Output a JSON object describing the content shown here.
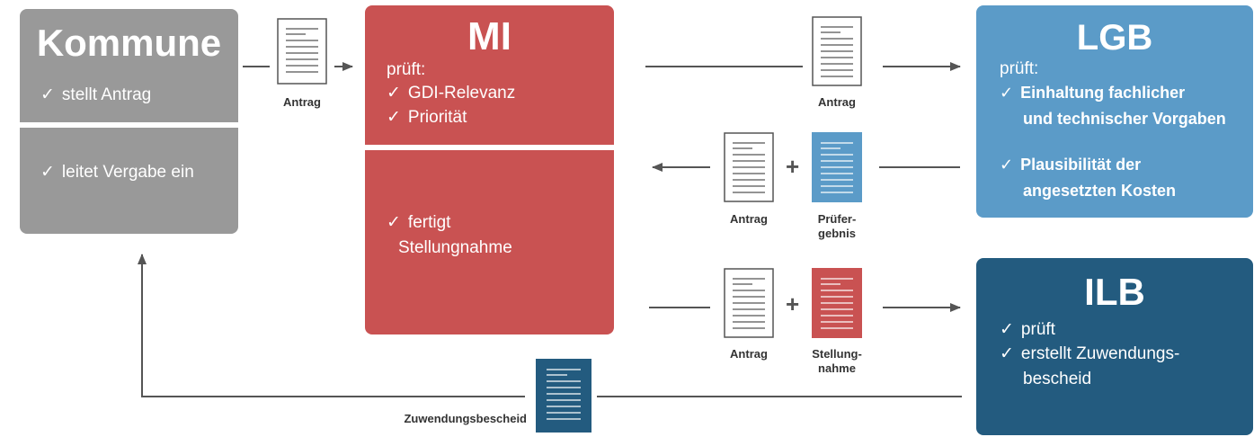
{
  "kommune": {
    "title": "Kommune",
    "item1": "stellt Antrag",
    "item2": "leitet Vergabe ein"
  },
  "mi": {
    "title": "MI",
    "prueft": "prüft:",
    "item1": "GDI-Relevanz",
    "item2": "Priorität",
    "item3_line1": "fertigt",
    "item3_line2": "Stellungnahme"
  },
  "lgb": {
    "title": "LGB",
    "prueft": "prüft:",
    "item1_line1": "Einhaltung fachlicher",
    "item1_line2": "und technischer Vorgaben",
    "item2_line1": "Plausibilität der",
    "item2_line2": "angesetzten Kosten"
  },
  "ilb": {
    "title": "ILB",
    "item1": "prüft",
    "item2_line1": "erstellt Zuwendungs-",
    "item2_line2": "bescheid"
  },
  "labels": {
    "antrag": "Antrag",
    "prueferg_line1": "Prüfer-",
    "prueferg_line2": "gebnis",
    "stellung_line1": "Stellung-",
    "stellung_line2": "nahme",
    "zuwendungsbescheid": "Zuwendungsbescheid",
    "plus": "+"
  },
  "colors": {
    "kommune": "#999999",
    "mi": "#c95252",
    "lgb": "#5b9bc8",
    "ilb": "#235b7f",
    "arrow": "#555555"
  },
  "icons": {
    "document": "document-icon"
  }
}
